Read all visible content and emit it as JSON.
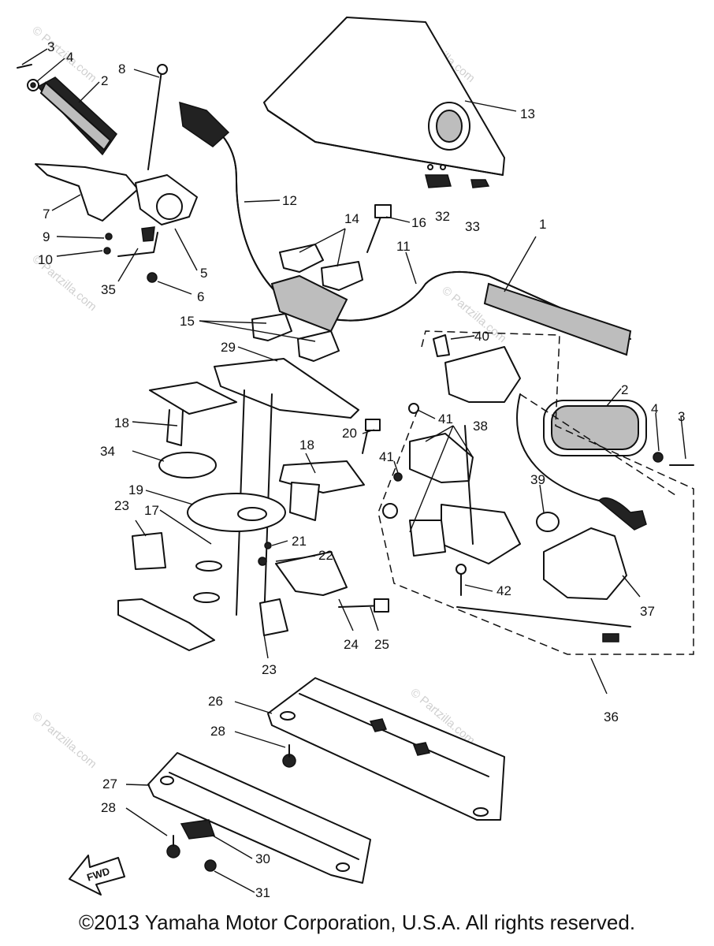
{
  "copyright": "©2013 Yamaha Motor Corporation, U.S.A. All rights reserved.",
  "watermark": "© Partzilla.com",
  "fwd_label": "FWD",
  "callouts": [
    "1",
    "2",
    "3",
    "4",
    "5",
    "6",
    "7",
    "8",
    "9",
    "10",
    "11",
    "12",
    "13",
    "14",
    "15",
    "16",
    "17",
    "18",
    "19",
    "20",
    "21",
    "22",
    "23",
    "24",
    "25",
    "26",
    "27",
    "28",
    "29",
    "30",
    "31",
    "32",
    "33",
    "34",
    "35",
    "36",
    "37",
    "38",
    "39",
    "40",
    "41",
    "42"
  ]
}
